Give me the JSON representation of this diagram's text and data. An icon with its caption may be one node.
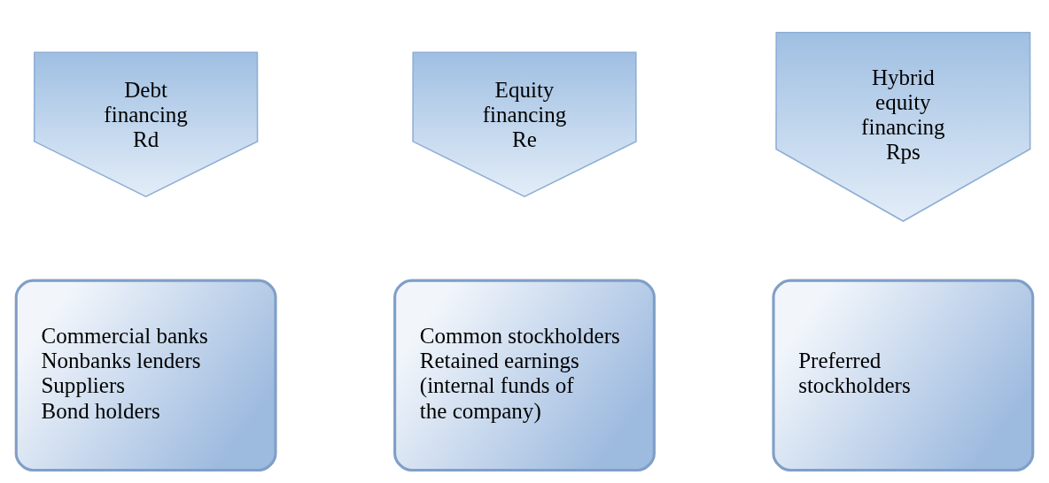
{
  "diagram": {
    "nodes": [
      {
        "text": [
          "Debt financing",
          "Rd"
        ]
      },
      {
        "text": [
          "Equity financing",
          "Re"
        ]
      },
      {
        "text": [
          "Hybrid equity financing",
          "Rps"
        ]
      },
      {
        "text": [
          "Commercial banks",
          "Nonbanks lenders",
          "Suppliers",
          "Bond holders"
        ]
      },
      {
        "text": [
          "Common stockholders",
          "Retained earnings (internal funds of the company)"
        ]
      },
      {
        "text": [
          "Preferred stockholders"
        ]
      }
    ]
  }
}
